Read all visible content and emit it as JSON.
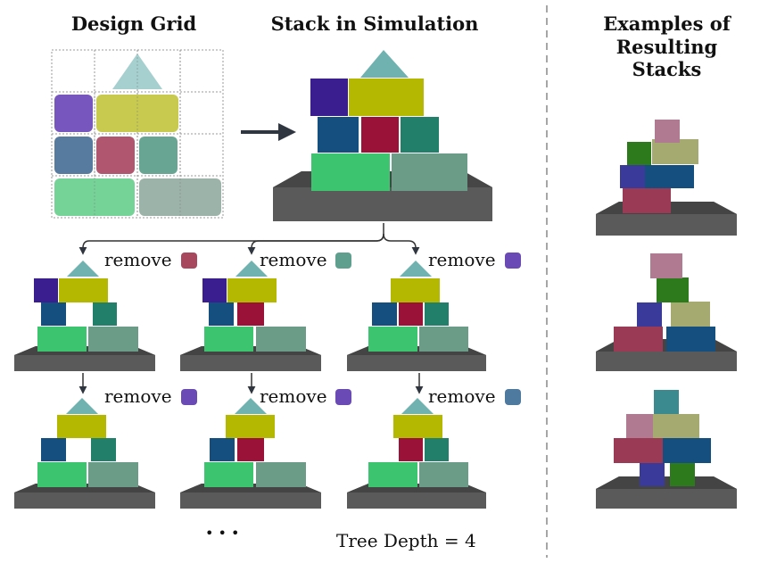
{
  "titles": {
    "design_grid": "Design Grid",
    "stack_in_simulation": "Stack in Simulation",
    "examples_line1": "Examples of",
    "examples_line2": "Resulting Stacks"
  },
  "tree": {
    "level1": [
      {
        "label": "remove",
        "swatch_color": "#a8485e"
      },
      {
        "label": "remove",
        "swatch_color": "#5f9f8d"
      },
      {
        "label": "remove",
        "swatch_color": "#6a4bb5"
      }
    ],
    "level2": [
      {
        "label": "remove",
        "swatch_color": "#6a4bb5"
      },
      {
        "label": "remove",
        "swatch_color": "#6a4bb5"
      },
      {
        "label": "remove",
        "swatch_color": "#4f7aa0"
      }
    ],
    "ellipsis": "• • •",
    "depth_label": "Tree Depth = 4"
  },
  "colors": {
    "purple": "#3a1d8f",
    "olive": "#b5b800",
    "blue": "#154f7f",
    "crimson": "#9a1238",
    "teal": "#22806a",
    "green": "#3cc46f",
    "sage": "#6a9c88",
    "cyan_roof": "#6fb2b0",
    "base": "#555555"
  }
}
